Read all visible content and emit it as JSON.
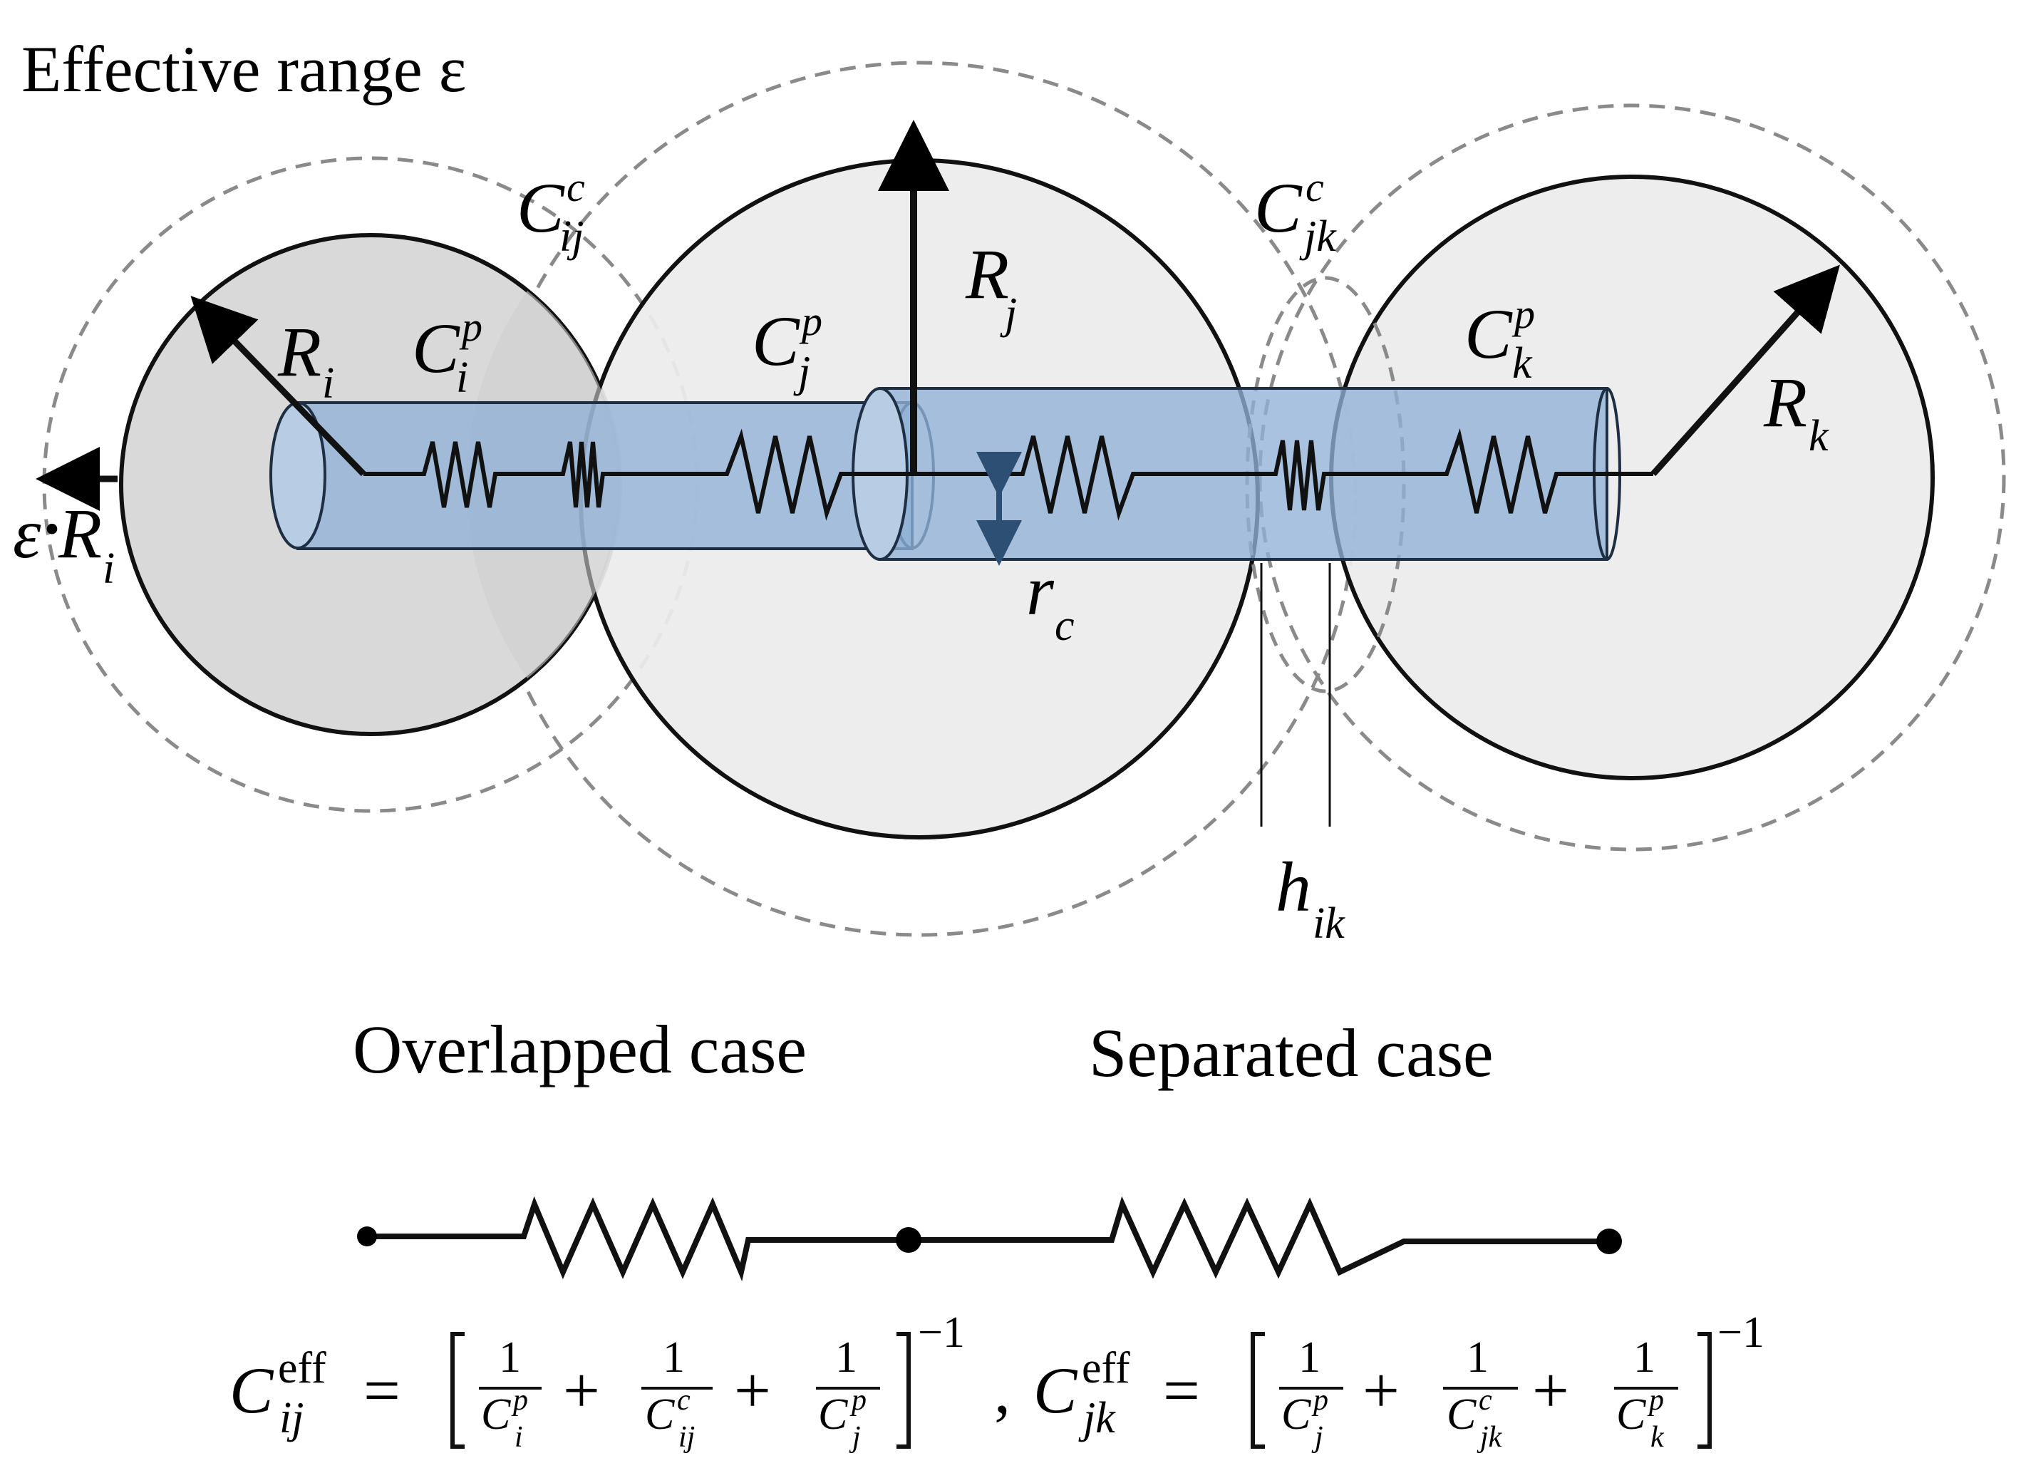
{
  "title": "Effective range ε",
  "labels": {
    "eps": "ε",
    "dot": "·",
    "R": "R",
    "r": "r",
    "h": "h",
    "C": "C",
    "i": "i",
    "j": "j",
    "k": "k",
    "c": "c",
    "p": "p",
    "ij": "ij",
    "jk": "jk",
    "ik": "ik"
  },
  "captions": {
    "overlapped": "Overlapped case",
    "separated": "Separated case"
  },
  "equation": {
    "eff": "eff",
    "eq": "=",
    "plus": "+",
    "one": "1",
    "inv": "−1",
    "comma": ","
  },
  "colors": {
    "sphere_fill": "#ececec",
    "sphere_i_fill": "#d9d9d9",
    "tube_fill": "#8fb1d6",
    "tube_edge": "#1e2f44",
    "dashed": "#8a8a8a",
    "arrow_rc": "#2d4f73"
  }
}
